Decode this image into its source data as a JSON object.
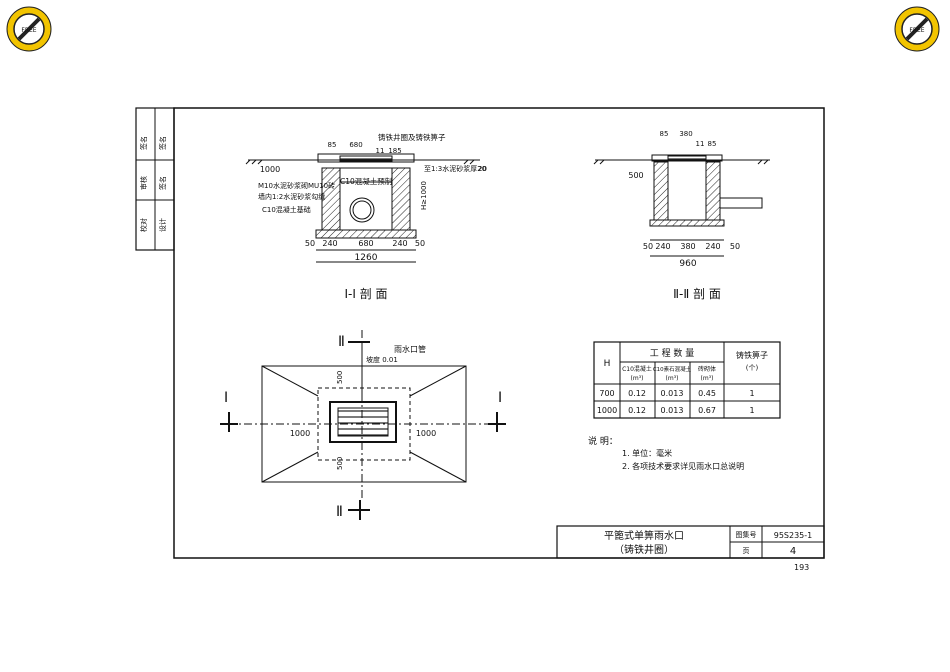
{
  "badges": {
    "ring_text": "PDF·SUO·SHARE··WWW.PDFSUO.COM·",
    "center_text": "FREE"
  },
  "section1": {
    "title": "Ⅰ-Ⅰ 剖 面",
    "callout_top": "铸铁井圈及铸铁箅子",
    "callout_right": "至1:3水泥砂浆厚20",
    "callout_concrete": "C10混凝土预制",
    "callout_wall_1": "M10水泥砂浆砌MU10砖",
    "callout_wall_2": "墙内1:2水泥砂浆勾缝",
    "callout_base": "C10混凝土基础",
    "dim_top_85": "85",
    "dim_top_680": "680",
    "dim_11": "11",
    "dim_85r": "185",
    "dim_1000": "1000",
    "dim_h": "H≥1000",
    "dim_20": "20",
    "bottom_dims": [
      "50",
      "240",
      "680",
      "240",
      "50"
    ],
    "total": "1260"
  },
  "section2": {
    "title": "Ⅱ-Ⅱ 剖 面",
    "dim_85": "85",
    "dim_380": "380",
    "dim_11": "11",
    "dim_85b": "85",
    "dim_500": "500",
    "bottom_dims": [
      "50",
      "240",
      "380",
      "240",
      "50"
    ],
    "total": "960"
  },
  "plan": {
    "section_mark_II": "Ⅱ",
    "section_mark_I": "Ⅰ",
    "label_pipe": "雨水口管",
    "label_slope": "坡度 0.01",
    "dim_500_top": "500",
    "dim_500_bottom": "500",
    "dim_1000_left": "1000",
    "dim_1000_right": "1000"
  },
  "table": {
    "col_H": "H",
    "header_group": "工 程 数 量",
    "col1": "C10混凝土",
    "col1_unit": "(m³)",
    "col2": "C10素石混凝土",
    "col2_unit": "(m³)",
    "col3": "砖砌体",
    "col3_unit": "(m³)",
    "col4": "铸铁箅子",
    "col4_unit": "(个)",
    "rows": [
      {
        "h": "700",
        "c1": "0.12",
        "c2": "0.013",
        "c3": "0.45",
        "c4": "1"
      },
      {
        "h": "1000",
        "c1": "0.12",
        "c2": "0.013",
        "c3": "0.67",
        "c4": "1"
      }
    ]
  },
  "notes": {
    "heading": "说 明：",
    "items": [
      "1. 单位：毫米",
      "2. 各项技术要求详见雨水口总说明"
    ]
  },
  "title_block": {
    "title_line1": "平篦式单箅雨水口",
    "title_line2": "（铸铁井圈）",
    "atlas_label": "图集号",
    "atlas_value": "95S235-1",
    "page_label": "页",
    "page_value": "4"
  },
  "side_block": {
    "cells": [
      "审核",
      "校对",
      "设计",
      "签名",
      "签名",
      "签名"
    ]
  },
  "page_number": "193"
}
